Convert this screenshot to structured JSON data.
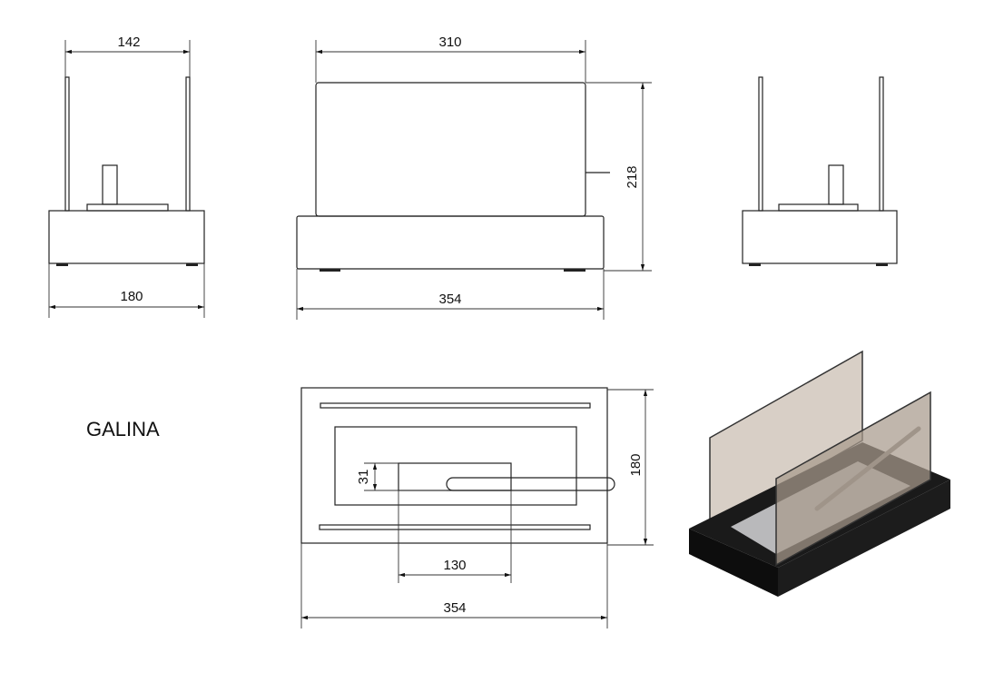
{
  "product_name": "GALINA",
  "dimensions": {
    "side_glass_spacing": "142",
    "side_base_depth": "180",
    "front_glass_width": "310",
    "front_height": "218",
    "front_base_width": "354",
    "plan_burner_depth": "31",
    "plan_base_depth": "180",
    "plan_burner_width": "130",
    "plan_base_width": "354"
  },
  "colors": {
    "line": "#222222",
    "glass": "#c9bdb1",
    "base": "#111111",
    "tray": "#b9b9bb"
  }
}
